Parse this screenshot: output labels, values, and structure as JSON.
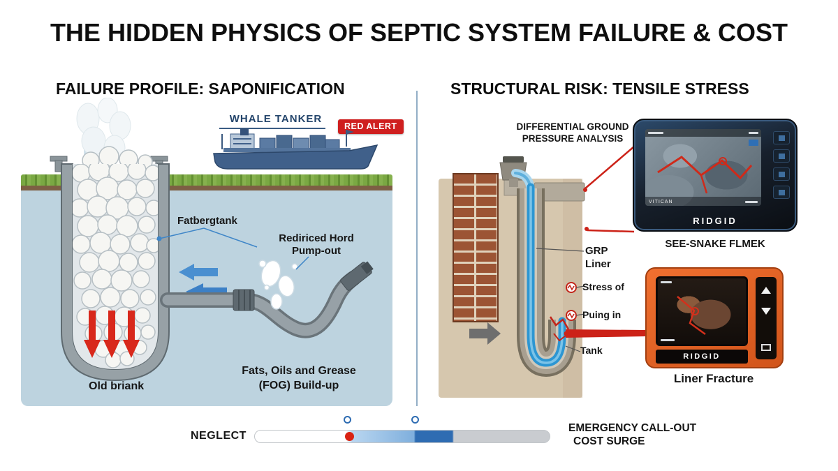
{
  "title": "THE HIDDEN PHYSICS OF SEPTIC SYSTEM FAILURE & COST",
  "left_panel": {
    "heading": "FAILURE PROFILE: SAPONIFICATION",
    "tanker_label": "WHALE TANKER",
    "alert_badge": "RED ALERT",
    "fatberg_label": "Fatbergtank",
    "pumpout_line1": "Rediriced Hord",
    "pumpout_line2": "Pump-out",
    "fog_line1": "Fats, Oils and Grease",
    "fog_line2": "(FOG) Build-up",
    "old_tank_label": "Old briank"
  },
  "right_panel": {
    "heading": "STRUCTURAL RISK: TENSILE STRESS",
    "analysis_line1": "DIFFERENTIAL GROUND",
    "analysis_line2": "PRESSURE ANALYSIS",
    "grp_line1": "GRP",
    "grp_line2": "Liner",
    "stress_label": "Stress of",
    "pulling_label": "Puing in",
    "tank_label": "Tank",
    "monitor_top": {
      "brand": "RIDGID",
      "caption": "SEE-SNAKE FLMEK",
      "hud_text": "VITICAN"
    },
    "monitor_bottom": {
      "brand": "RIDGID",
      "caption": "Liner Fracture"
    }
  },
  "cost_scale": {
    "left_label": "NEGLECT",
    "right_label_line1": "EMERGENCY CALL-OUT",
    "right_label_line2": "COST SURGE"
  },
  "colors": {
    "accent_red": "#cf1f1f",
    "pipe_blue": "#2d96d2",
    "scale_blue": "#2e6cb2",
    "soil_blue": "#bdd3df",
    "ground_tan": "#d6c7ae",
    "monitor_orange": "#e4601d",
    "brick_red": "#9c5434"
  }
}
